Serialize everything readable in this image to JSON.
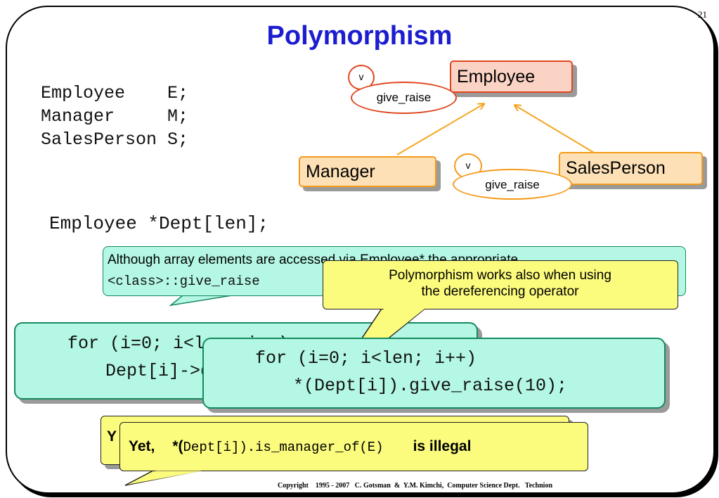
{
  "slide": {
    "page_number": "21",
    "title": "Polymorphism",
    "copyright": "Copyright    1995 - 2007   C. Gotsman  &  Y.M. Kimchi,  Computer Science Dept.   Technion"
  },
  "declarations": {
    "line1": "Employee    E;",
    "line2": "Manager     M;",
    "line3": "SalesPerson S;"
  },
  "diagram": {
    "employee": "Employee",
    "manager": "Manager",
    "salesperson": "SalesPerson",
    "v_label": "v",
    "method_label": "give_raise"
  },
  "array_decl": "Employee *Dept[len];",
  "callout_back": {
    "line1": "Although array elements are accessed via Employee* the appropriate",
    "line2": "<class>::give_raise"
  },
  "callout_front": {
    "line1": "Polymorphism works also when using",
    "line2": "the dereferencing operator"
  },
  "loop_back": {
    "line1": "for (i=0; i<len; i++)",
    "line2": "Dept[i]->give_raise(10);"
  },
  "loop_front": {
    "line1": "for (i=0; i<len; i++)",
    "line2": "*(Dept[i]).give_raise(10);"
  },
  "note_back": {
    "prefix": "Y"
  },
  "note_front": {
    "yet": "Yet,",
    "star": "*(",
    "code": "Dept[i]).is_manager_of(E)",
    "illegal": "is illegal"
  },
  "colors": {
    "title": "#1c1cd1",
    "employee_fill": "#fbd3c4",
    "employee_border": "#e0451f",
    "sub_fill": "#fde0b6",
    "sub_border": "#f59a1a",
    "arrow": "#f5a623",
    "code_fill": "#b3f7e4",
    "code_border": "#168a5e",
    "callout_yellow": "#fbfb7d"
  }
}
